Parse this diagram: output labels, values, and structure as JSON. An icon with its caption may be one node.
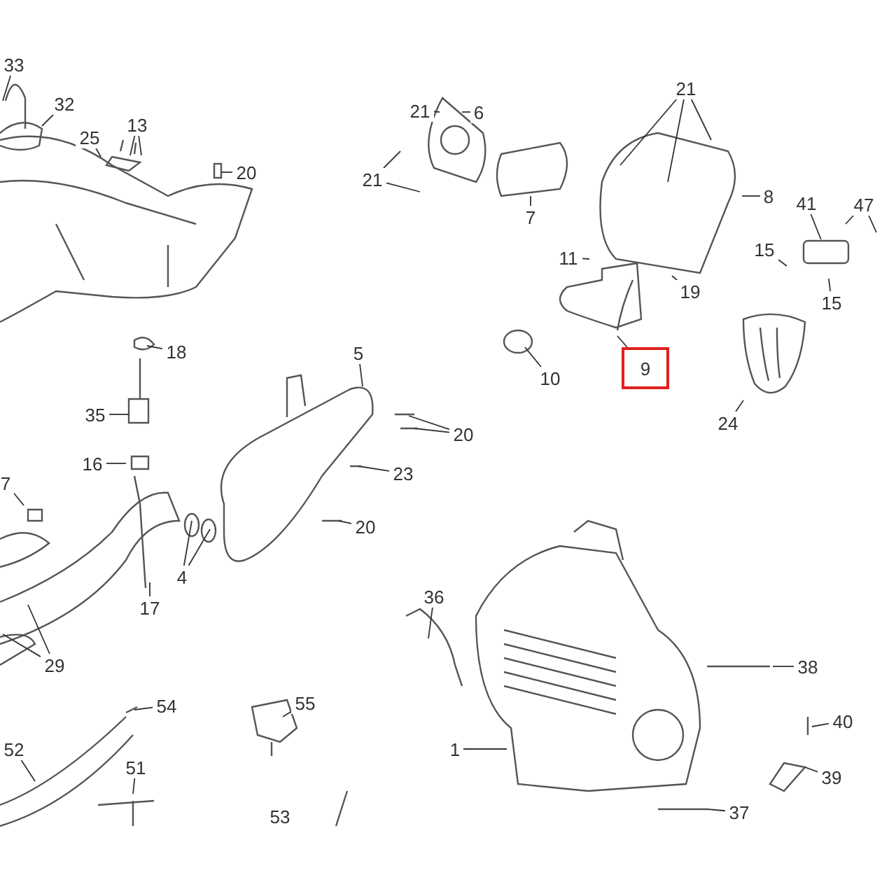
{
  "diagram": {
    "nodes": [
      {
        "text": [
          "33"
        ]
      },
      {
        "text": [
          "32"
        ]
      },
      {
        "text": [
          "13"
        ]
      },
      {
        "text": [
          "25"
        ]
      },
      {
        "text": [
          "20"
        ]
      },
      {
        "text": [
          "21"
        ]
      },
      {
        "text": [
          "6"
        ]
      },
      {
        "text": [
          "21"
        ]
      },
      {
        "text": [
          "21"
        ]
      },
      {
        "text": [
          "7"
        ]
      },
      {
        "text": [
          "8"
        ]
      },
      {
        "text": [
          "41"
        ]
      },
      {
        "text": [
          "47"
        ]
      },
      {
        "text": [
          "11"
        ]
      },
      {
        "text": [
          "15"
        ]
      },
      {
        "text": [
          "19"
        ]
      },
      {
        "text": [
          "15"
        ]
      },
      {
        "text": [
          "10"
        ]
      },
      {
        "text": [
          "9"
        ]
      },
      {
        "text": [
          "24"
        ]
      },
      {
        "text": [
          "18"
        ]
      },
      {
        "text": [
          "5"
        ]
      },
      {
        "text": [
          "35"
        ]
      },
      {
        "text": [
          "20"
        ]
      },
      {
        "text": [
          "16"
        ]
      },
      {
        "text": [
          "23"
        ]
      },
      {
        "text": [
          "7"
        ]
      },
      {
        "text": [
          "4"
        ]
      },
      {
        "text": [
          "20"
        ]
      },
      {
        "text": [
          "17"
        ]
      },
      {
        "text": [
          "36"
        ]
      },
      {
        "text": [
          "29"
        ]
      },
      {
        "text": [
          "38"
        ]
      },
      {
        "text": [
          "1"
        ]
      },
      {
        "text": [
          "54"
        ]
      },
      {
        "text": [
          "55"
        ]
      },
      {
        "text": [
          "40"
        ]
      },
      {
        "text": [
          "52"
        ]
      },
      {
        "text": [
          "51"
        ]
      },
      {
        "text": [
          "39"
        ]
      },
      {
        "text": [
          "53"
        ]
      },
      {
        "text": [
          "37"
        ]
      },
      {
        "text": [],
        "shape": "box"
      },
      {
        "text": [],
        "shape": "picture"
      }
    ],
    "edges": [
      {
        "from": 0,
        "to": null,
        "arrow": "none"
      },
      {
        "from": 1,
        "to": null,
        "arrow": "none"
      },
      {
        "from": 2,
        "to": null,
        "arrow": "none"
      },
      {
        "from": 2,
        "to": null,
        "arrow": "none"
      },
      {
        "from": 3,
        "to": null,
        "arrow": "none"
      },
      {
        "from": 4,
        "to": null,
        "arrow": "none"
      },
      {
        "from": 5,
        "to": null,
        "arrow": "none"
      },
      {
        "from": 6,
        "to": null,
        "arrow": "none"
      },
      {
        "from": 7,
        "to": null,
        "arrow": "none"
      },
      {
        "from": 7,
        "to": null,
        "arrow": "none"
      },
      {
        "from": 8,
        "to": null,
        "arrow": "none"
      },
      {
        "from": 8,
        "to": null,
        "arrow": "none"
      },
      {
        "from": 8,
        "to": null,
        "arrow": "none"
      },
      {
        "from": 9,
        "to": null,
        "arrow": "none"
      },
      {
        "from": 10,
        "to": null,
        "arrow": "none"
      },
      {
        "from": 11,
        "to": 42,
        "arrow": "none"
      },
      {
        "from": 12,
        "to": null,
        "arrow": "none"
      },
      {
        "from": 12,
        "to": null,
        "arrow": "none"
      },
      {
        "from": 13,
        "to": null,
        "arrow": "none"
      },
      {
        "from": 14,
        "to": null,
        "arrow": "none"
      },
      {
        "from": 15,
        "to": null,
        "arrow": "none"
      },
      {
        "from": 16,
        "to": null,
        "arrow": "none"
      },
      {
        "from": 17,
        "to": null,
        "arrow": "none"
      },
      {
        "from": 18,
        "to": null,
        "arrow": "none"
      },
      {
        "from": 19,
        "to": 43,
        "arrow": "none"
      },
      {
        "from": 20,
        "to": null,
        "arrow": "none"
      },
      {
        "from": 21,
        "to": null,
        "arrow": "none"
      },
      {
        "from": 22,
        "to": null,
        "arrow": "none"
      },
      {
        "from": 23,
        "to": null,
        "arrow": "none"
      },
      {
        "from": 23,
        "to": null,
        "arrow": "none"
      },
      {
        "from": 24,
        "to": null,
        "arrow": "none"
      },
      {
        "from": 25,
        "to": null,
        "arrow": "none"
      },
      {
        "from": 26,
        "to": null,
        "arrow": "none"
      },
      {
        "from": 27,
        "to": null,
        "arrow": "none"
      },
      {
        "from": 27,
        "to": null,
        "arrow": "none"
      },
      {
        "from": 28,
        "to": null,
        "arrow": "none"
      },
      {
        "from": 29,
        "to": null,
        "arrow": "none"
      },
      {
        "from": 30,
        "to": null,
        "arrow": "none"
      },
      {
        "from": 31,
        "to": null,
        "arrow": "none"
      },
      {
        "from": 31,
        "to": null,
        "arrow": "none"
      },
      {
        "from": 32,
        "to": null,
        "arrow": "none"
      },
      {
        "from": 33,
        "to": null,
        "arrow": "none"
      },
      {
        "from": 34,
        "to": null,
        "arrow": "none"
      },
      {
        "from": 35,
        "to": null,
        "arrow": "none"
      },
      {
        "from": 36,
        "to": null,
        "arrow": "none"
      },
      {
        "from": 37,
        "to": null,
        "arrow": "none"
      },
      {
        "from": 38,
        "to": null,
        "arrow": "none"
      },
      {
        "from": 39,
        "to": null,
        "arrow": "none"
      },
      {
        "from": 41,
        "to": null,
        "arrow": "none"
      }
    ]
  }
}
